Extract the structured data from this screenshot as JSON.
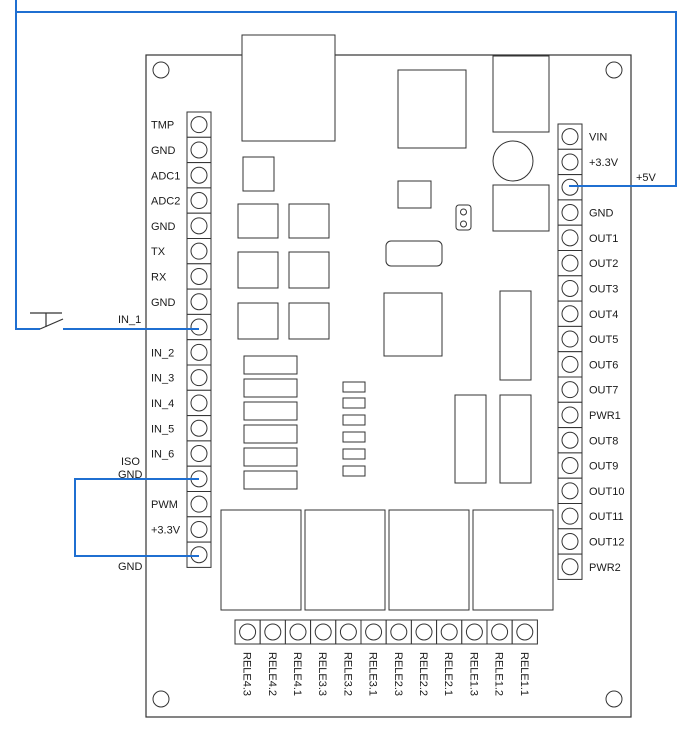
{
  "left_terminal": [
    "TMP",
    "GND",
    "ADC1",
    "ADC2",
    "GND",
    "TX",
    "RX",
    "GND",
    "IN_1",
    "IN_2",
    "IN_3",
    "IN_4",
    "IN_5",
    "IN_6",
    "ISO GND",
    "PWM",
    "+3.3V",
    "GND"
  ],
  "right_terminal": [
    "VIN",
    "+3.3V",
    "",
    "GND",
    "OUT1",
    "OUT2",
    "OUT3",
    "OUT4",
    "OUT5",
    "OUT6",
    "OUT7",
    "PWR1",
    "OUT8",
    "OUT9",
    "OUT10",
    "OUT11",
    "OUT12",
    "PWR2"
  ],
  "bottom_terminal": [
    "RELE4.3",
    "RELE4.2",
    "RELE4.1",
    "RELE3.3",
    "RELE3.2",
    "RELE3.1",
    "RELE2.3",
    "RELE2.2",
    "RELE2.1",
    "RELE1.3",
    "RELE1.2",
    "RELE1.1"
  ],
  "wiring": {
    "switch_wire_label": "IN_1",
    "supply_wire_label": "+5V",
    "iso_gnd_top": "ISO",
    "iso_gnd_bottom": "GND",
    "gnd_wire_label": "GND"
  },
  "colors": {
    "wire": "#1f6fd1",
    "outline": "#333333"
  }
}
